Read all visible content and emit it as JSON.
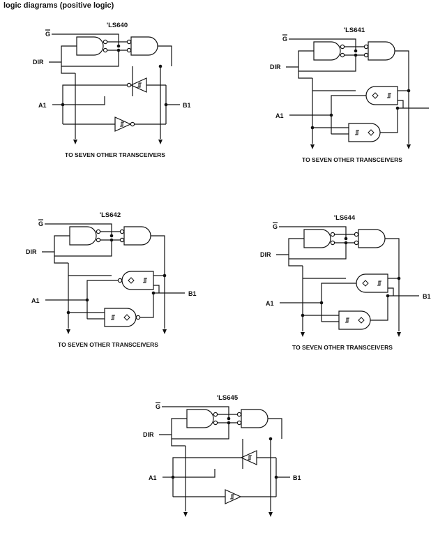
{
  "heading": "logic diagrams (positive logic)",
  "labels": {
    "g": "G",
    "dir": "DIR",
    "a1": "A1",
    "b1": "B1",
    "footer": "TO SEVEN OTHER TRANSCEIVERS"
  },
  "diagrams": [
    {
      "title": "'LS640"
    },
    {
      "title": "'LS641"
    },
    {
      "title": "'LS642"
    },
    {
      "title": "'LS644"
    },
    {
      "title": "'LS645"
    }
  ]
}
